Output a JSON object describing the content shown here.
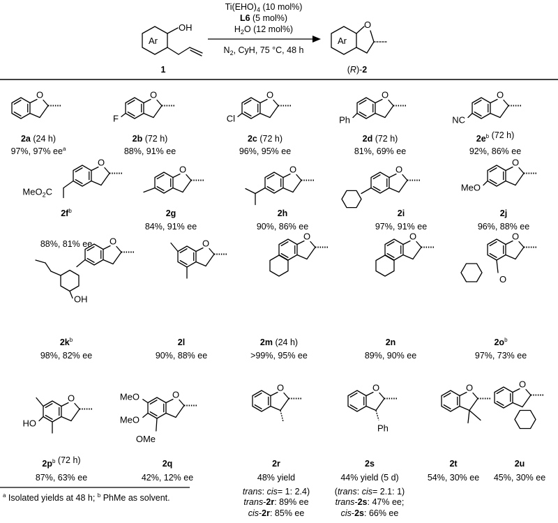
{
  "reaction": {
    "reagents": [
      "Ti(EHO)",
      "4",
      " (10 mol%)"
    ],
    "ligand": [
      "L6",
      " (5 mol%)"
    ],
    "water": [
      "H",
      "2",
      "O (12 mol%)"
    ],
    "conditions": [
      "N",
      "2",
      ", CyH, 75 °C, 48 h"
    ],
    "substrate_label": "1",
    "product_label": [
      "(",
      "R",
      ")-",
      "2"
    ],
    "ar_text": "Ar",
    "oh_text": "OH",
    "o_text": "O"
  },
  "compounds": [
    {
      "id": "2a",
      "name": "2a",
      "extra": " (24 h)",
      "result": "97%, 97% ee",
      "sup": "a"
    },
    {
      "id": "2b",
      "name": "2b",
      "extra": " (72 h)",
      "result": "88%, 91% ee",
      "sub": "F"
    },
    {
      "id": "2c",
      "name": "2c",
      "extra": " (72 h)",
      "result": "96%, 95% ee",
      "sub": "Cl"
    },
    {
      "id": "2d",
      "name": "2d",
      "extra": " (72 h)",
      "result": "81%, 69% ee",
      "sub": "Ph"
    },
    {
      "id": "2e",
      "name": "2e",
      "sup": "b",
      "extra": " (72 h)",
      "result": "92%, 86% ee",
      "sub": "NC"
    },
    {
      "id": "2f",
      "name": "2f",
      "sup": "b",
      "extra": "",
      "result": "88%, 81% ee",
      "sub": "MeO",
      "sub2": "2",
      "sub3": "C"
    },
    {
      "id": "2g",
      "name": "2g",
      "extra": "",
      "result": "84%, 91% ee"
    },
    {
      "id": "2h",
      "name": "2h",
      "extra": "",
      "result": "90%, 86% ee"
    },
    {
      "id": "2i",
      "name": "2i",
      "extra": "",
      "result": "97%, 91% ee"
    },
    {
      "id": "2j",
      "name": "2j",
      "extra": "",
      "result": "96%, 88% ee",
      "sub": "MeO"
    },
    {
      "id": "2k",
      "name": "2k",
      "sup": "b",
      "extra": "",
      "result": "98%, 82% ee",
      "sub": "OH"
    },
    {
      "id": "2l",
      "name": "2l",
      "extra": "",
      "result": "90%, 88% ee"
    },
    {
      "id": "2m",
      "name": "2m",
      "extra": " (24 h)",
      "result": ">99%, 95% ee"
    },
    {
      "id": "2n",
      "name": "2n",
      "extra": "",
      "result": "89%, 90% ee"
    },
    {
      "id": "2o",
      "name": "2o",
      "sup": "b",
      "extra": "",
      "result": "97%, 73% ee",
      "sub": "O"
    },
    {
      "id": "2p",
      "name": "2p",
      "sup": "b",
      "extra": " (72 h)",
      "result": "87%, 63% ee",
      "sub": "HO"
    },
    {
      "id": "2q",
      "name": "2q",
      "extra": "",
      "result": "42%, 12% ee",
      "sub": "MeO",
      "sub_b": "OMe"
    },
    {
      "id": "2r",
      "name": "2r",
      "extra": "",
      "result": "48% yield"
    },
    {
      "id": "2s",
      "name": "2s",
      "extra": "",
      "result": "44% yield (5 d)",
      "sub": "Ph"
    },
    {
      "id": "2t",
      "name": "2t",
      "extra": "",
      "result": "54%, 30% ee"
    },
    {
      "id": "2u",
      "name": "2u",
      "extra": "",
      "result": "45%, 30% ee"
    }
  ],
  "notes_2r": {
    "line1": [
      "trans",
      ": ",
      "cis",
      "= 1: 2.4)"
    ],
    "line2": [
      "trans",
      "-",
      "2r",
      ": 89% ee"
    ],
    "line3": [
      "cis",
      "-",
      "2r",
      ": 85% ee"
    ]
  },
  "notes_2s": {
    "line1": [
      "(",
      "trans",
      ": ",
      "cis",
      "= 2.1: 1)"
    ],
    "line2": [
      "trans",
      "-",
      "2s",
      ": 47% ee;"
    ],
    "line3": [
      "cis",
      "-",
      "2s",
      ": 66% ee"
    ]
  },
  "footnote": [
    "a",
    " Isolated yields at 48 h; ",
    "b",
    " PhMe as solvent."
  ]
}
